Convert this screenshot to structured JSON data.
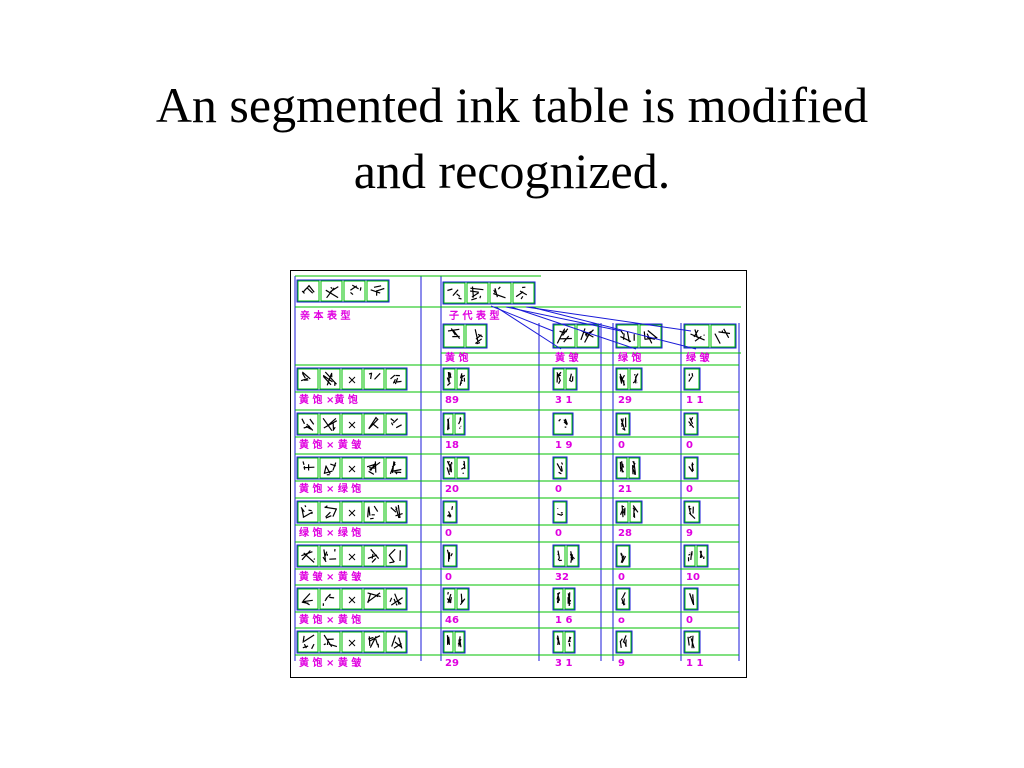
{
  "slide": {
    "title_line1": "An segmented ink table is modified",
    "title_line2": "and recognized."
  },
  "colors": {
    "box": "#1a1ad8",
    "ink": "#000000",
    "line": "#00c000",
    "label": "#e000e0"
  },
  "table": {
    "corner_header": "亲 本 表 型",
    "group_header": "子 代 表 型",
    "columns": [
      "黄 饱",
      "黄 皱",
      "绿 饱",
      "绿 皱"
    ],
    "rows": [
      {
        "label": "黄 饱 ×黄 饱",
        "values": [
          "89",
          "3 1",
          "29",
          "1 1"
        ]
      },
      {
        "label": "黄 饱 × 黄 皱",
        "values": [
          "18",
          "1 9",
          "0",
          "0"
        ]
      },
      {
        "label": "黄 饱 × 绿 饱",
        "values": [
          "20",
          "0",
          "21",
          "0"
        ]
      },
      {
        "label": "绿 饱 × 绿 饱",
        "values": [
          "0",
          "0",
          "28",
          "9"
        ]
      },
      {
        "label": "黄 皱 × 黄 皱",
        "values": [
          "0",
          "32",
          "0",
          "10"
        ]
      },
      {
        "label": "黄 饱 × 黄 饱",
        "values": [
          "46",
          "1 6",
          "o",
          "0"
        ]
      },
      {
        "label": "黄 饱 × 黄 皱",
        "values": [
          "29",
          "3 1",
          "9",
          "1 1"
        ]
      }
    ]
  }
}
